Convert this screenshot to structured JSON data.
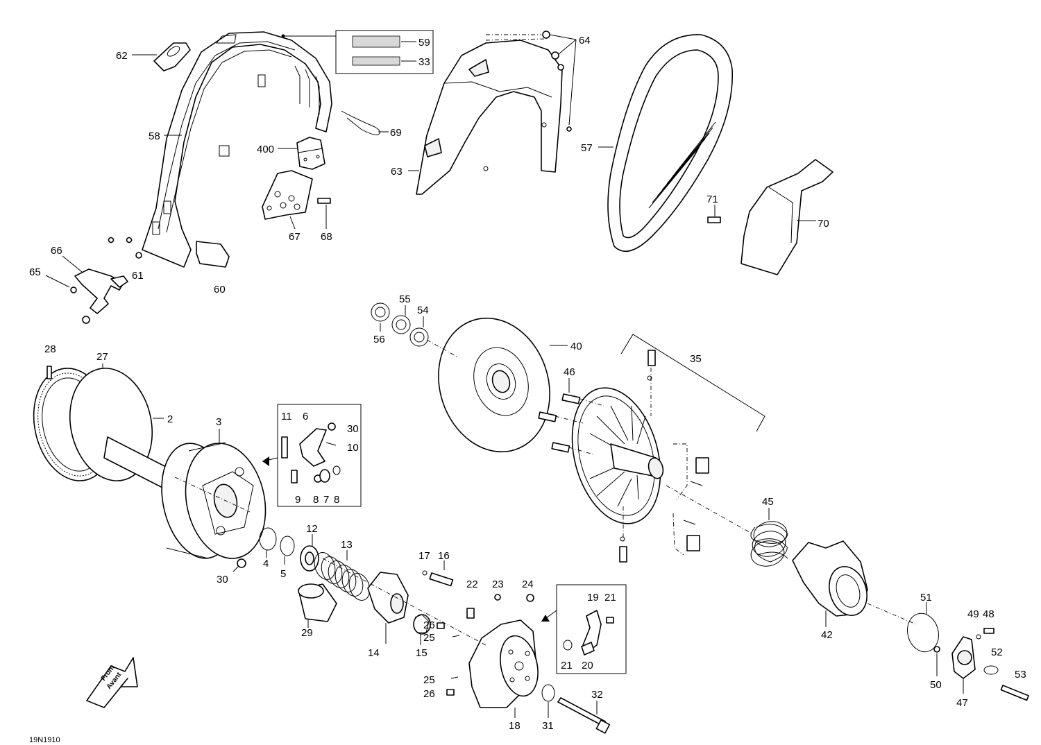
{
  "diagram": {
    "code": "19N1910",
    "front_arrow": {
      "line1": "Front",
      "line2": "Avant"
    },
    "labels": [
      {
        "id": "p62",
        "text": "62"
      },
      {
        "id": "p59",
        "text": "59"
      },
      {
        "id": "p33",
        "text": "33"
      },
      {
        "id": "p64",
        "text": "64"
      },
      {
        "id": "p58",
        "text": "58"
      },
      {
        "id": "p69",
        "text": "69"
      },
      {
        "id": "p400",
        "text": "400"
      },
      {
        "id": "p63",
        "text": "63"
      },
      {
        "id": "p57",
        "text": "57"
      },
      {
        "id": "p71",
        "text": "71"
      },
      {
        "id": "p70",
        "text": "70"
      },
      {
        "id": "p67",
        "text": "67"
      },
      {
        "id": "p68",
        "text": "68"
      },
      {
        "id": "p66",
        "text": "66"
      },
      {
        "id": "p65",
        "text": "65"
      },
      {
        "id": "p61",
        "text": "61"
      },
      {
        "id": "p60",
        "text": "60"
      },
      {
        "id": "p55",
        "text": "55"
      },
      {
        "id": "p54",
        "text": "54"
      },
      {
        "id": "p56",
        "text": "56"
      },
      {
        "id": "p40",
        "text": "40"
      },
      {
        "id": "p35",
        "text": "35"
      },
      {
        "id": "p28",
        "text": "28"
      },
      {
        "id": "p27",
        "text": "27"
      },
      {
        "id": "p46",
        "text": "46"
      },
      {
        "id": "p2",
        "text": "2"
      },
      {
        "id": "p3",
        "text": "3"
      },
      {
        "id": "p11",
        "text": "11"
      },
      {
        "id": "p6",
        "text": "6"
      },
      {
        "id": "p30a",
        "text": "30"
      },
      {
        "id": "p10",
        "text": "10"
      },
      {
        "id": "p9",
        "text": "9"
      },
      {
        "id": "p8a",
        "text": "8"
      },
      {
        "id": "p7",
        "text": "7"
      },
      {
        "id": "p8b",
        "text": "8"
      },
      {
        "id": "p45",
        "text": "45"
      },
      {
        "id": "p12",
        "text": "12"
      },
      {
        "id": "p13",
        "text": "13"
      },
      {
        "id": "p4",
        "text": "4"
      },
      {
        "id": "p5",
        "text": "5"
      },
      {
        "id": "p30b",
        "text": "30"
      },
      {
        "id": "p17",
        "text": "17"
      },
      {
        "id": "p16",
        "text": "16"
      },
      {
        "id": "p22",
        "text": "22"
      },
      {
        "id": "p23",
        "text": "23"
      },
      {
        "id": "p24",
        "text": "24"
      },
      {
        "id": "p19",
        "text": "19"
      },
      {
        "id": "p21a",
        "text": "21"
      },
      {
        "id": "p29",
        "text": "29"
      },
      {
        "id": "p14",
        "text": "14"
      },
      {
        "id": "p15",
        "text": "15"
      },
      {
        "id": "p26a",
        "text": "26"
      },
      {
        "id": "p25a",
        "text": "25"
      },
      {
        "id": "p21b",
        "text": "21"
      },
      {
        "id": "p20",
        "text": "20"
      },
      {
        "id": "p42",
        "text": "42"
      },
      {
        "id": "p51",
        "text": "51"
      },
      {
        "id": "p49",
        "text": "49"
      },
      {
        "id": "p48",
        "text": "48"
      },
      {
        "id": "p52",
        "text": "52"
      },
      {
        "id": "p25b",
        "text": "25"
      },
      {
        "id": "p26b",
        "text": "26"
      },
      {
        "id": "p18",
        "text": "18"
      },
      {
        "id": "p31",
        "text": "31"
      },
      {
        "id": "p32",
        "text": "32"
      },
      {
        "id": "p50",
        "text": "50"
      },
      {
        "id": "p47",
        "text": "47"
      },
      {
        "id": "p53",
        "text": "53"
      }
    ]
  }
}
